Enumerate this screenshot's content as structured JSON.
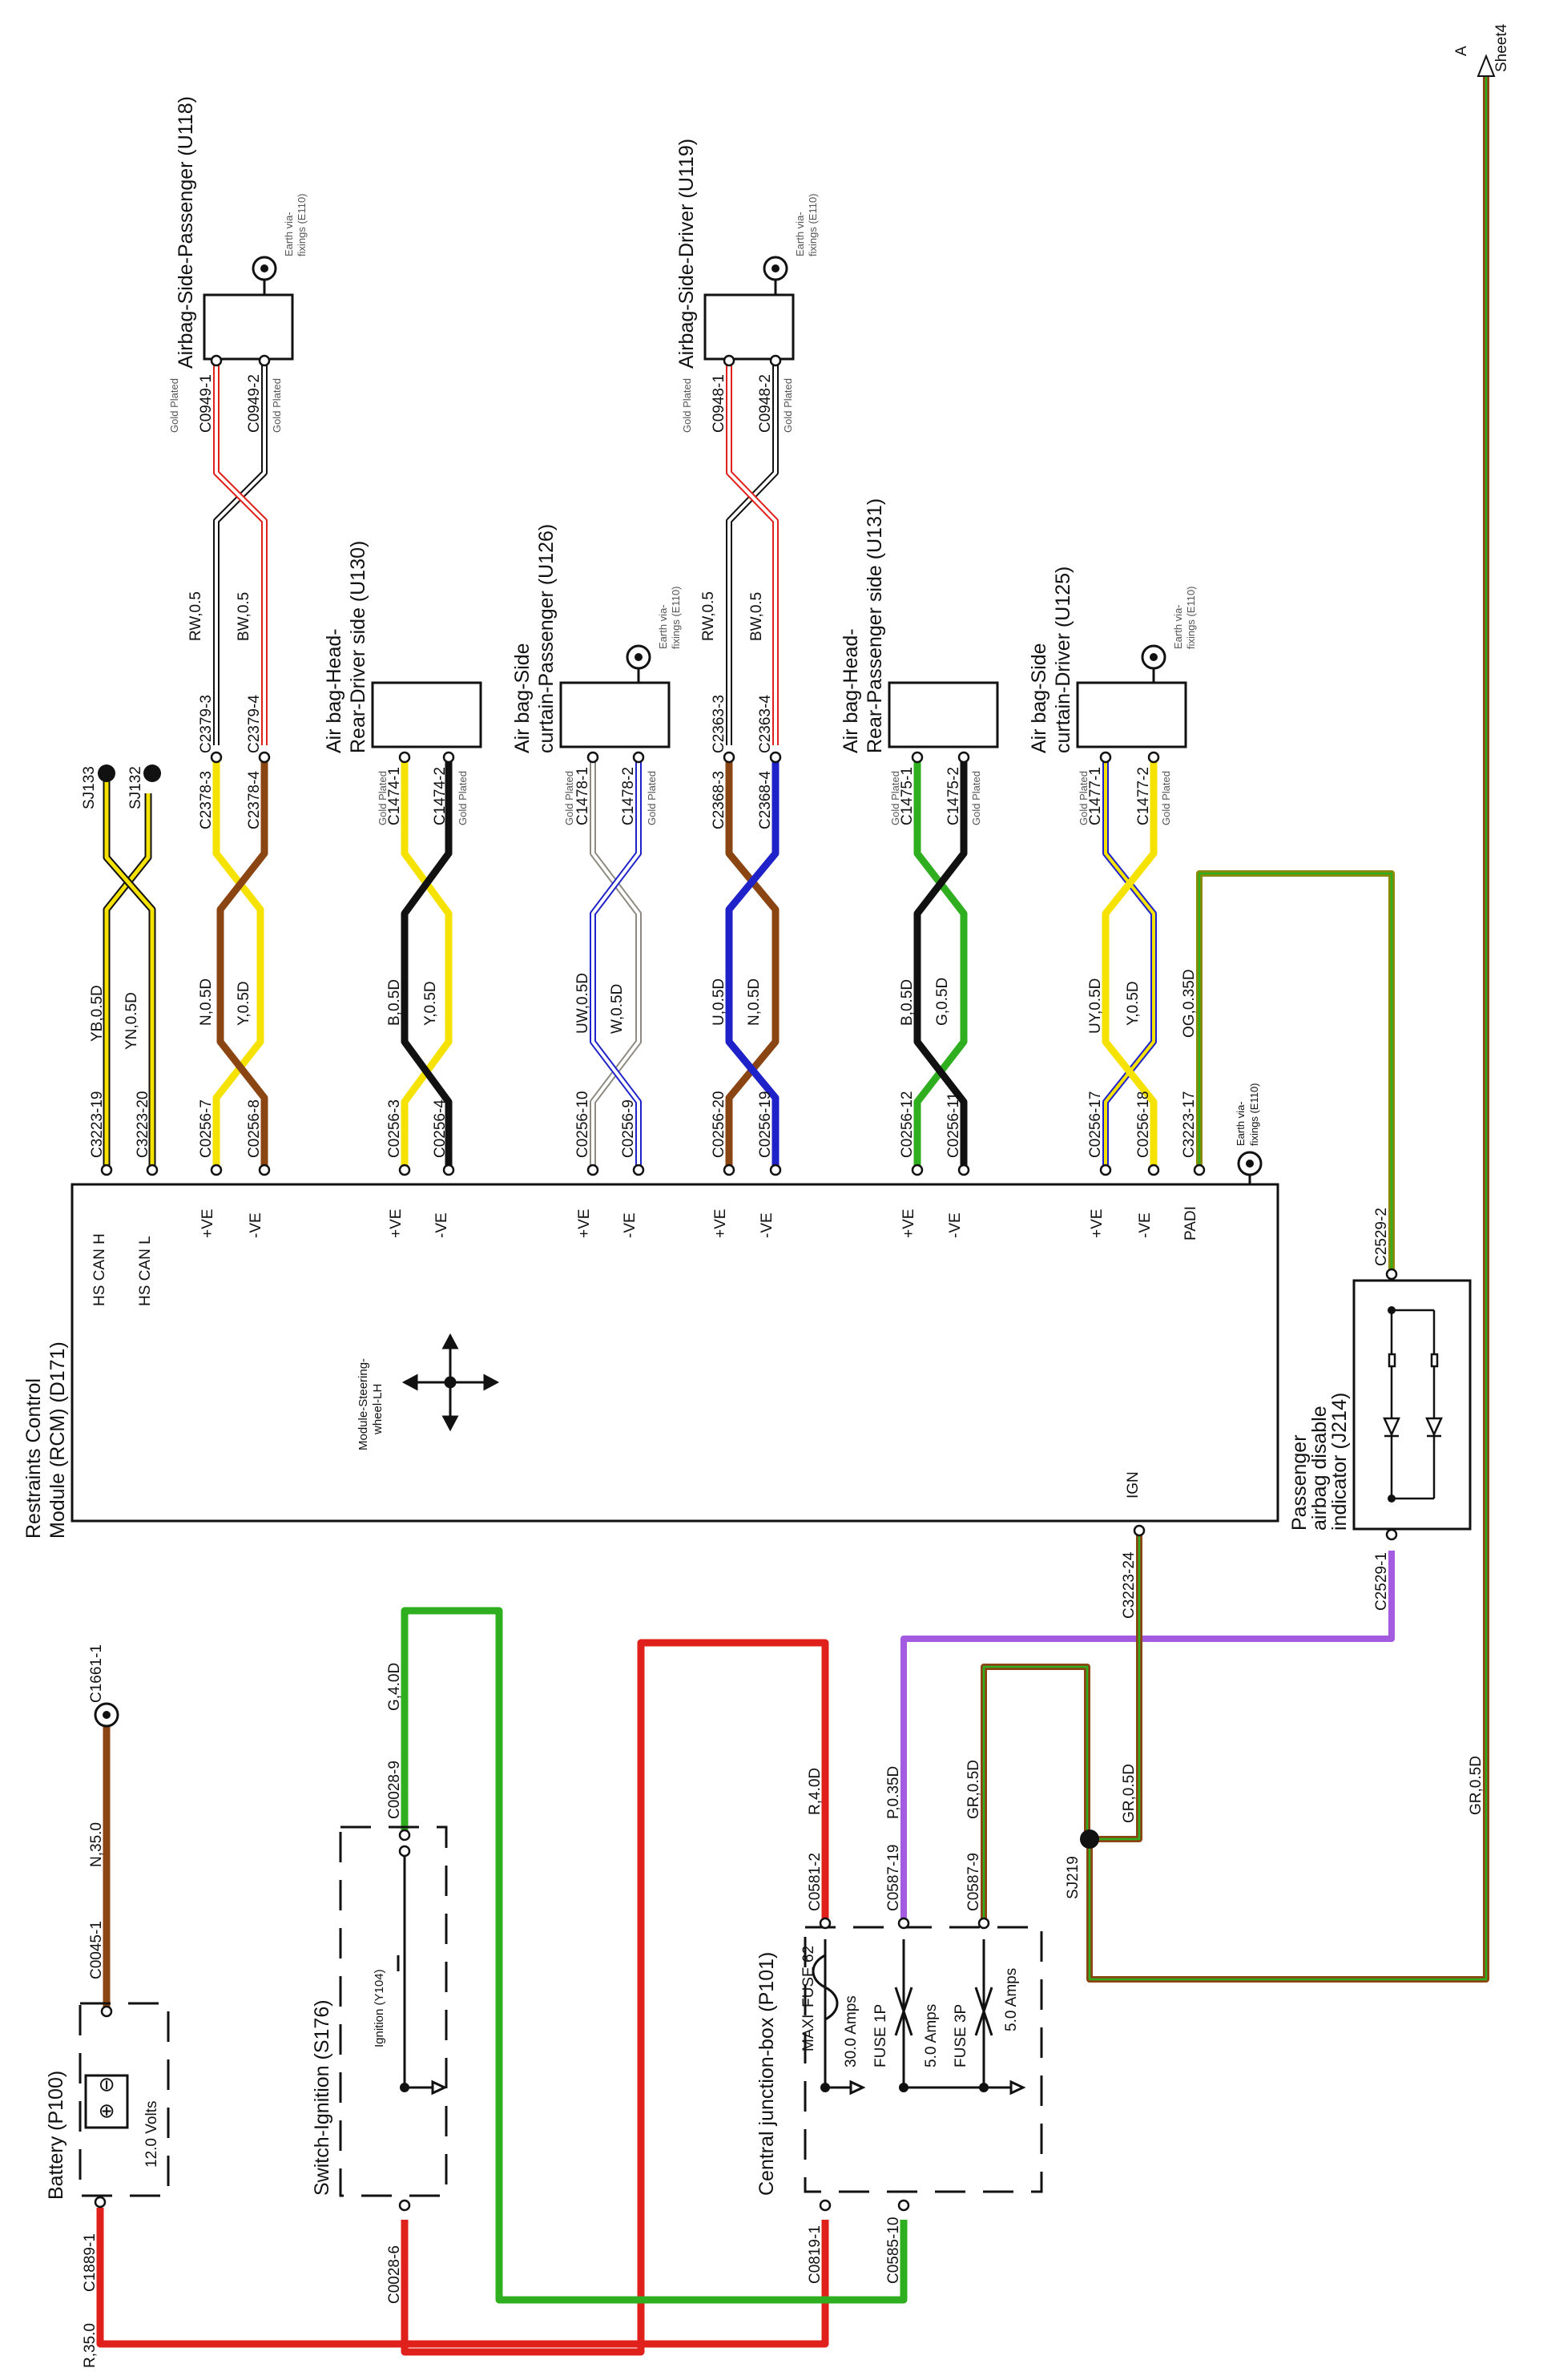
{
  "sheet_ref": {
    "arrow": "A",
    "sheet": "Sheet4"
  },
  "airbags_top": [
    {
      "name": "Airbag-Side-Passenger (U118)",
      "earth": [
        "Earth via-",
        "fixings (E110)"
      ],
      "pins": [
        {
          "conn": "C0949-1",
          "plating": "Gold Plated"
        },
        {
          "conn": "C0949-2",
          "plating": "Gold Plated"
        }
      ],
      "wires": [
        "RW,0.5",
        "BW,0.5"
      ]
    },
    {
      "name": "Airbag-Side-Driver (U119)",
      "earth": [
        "Earth via-",
        "fixings (E110)"
      ],
      "pins": [
        {
          "conn": "C0948-1",
          "plating": "Gold Plated"
        },
        {
          "conn": "C0948-2",
          "plating": "Gold Plated"
        }
      ],
      "wires": [
        "RW,0.5",
        "BW,0.5"
      ]
    }
  ],
  "airbags": [
    {
      "name": [
        "Air bag-Head-",
        "Rear-Driver side (U130)"
      ],
      "pins": [
        {
          "conn": "C1474-1",
          "plating": "Gold Plated"
        },
        {
          "conn": "C1474-2",
          "plating": "Gold Plated"
        }
      ]
    },
    {
      "name": [
        "Air bag-Side",
        "curtain-Passenger (U126)"
      ],
      "earth": [
        "Earth via-",
        "fixings (E110)"
      ],
      "pins": [
        {
          "conn": "C1478-1",
          "plating": "Gold Plated"
        },
        {
          "conn": "C1478-2",
          "plating": "Gold Plated"
        }
      ]
    },
    {
      "name": [
        "Air bag-Head-",
        "Rear-Passenger side (U131)"
      ],
      "pins": [
        {
          "conn": "C1475-1",
          "plating": "Gold Plated"
        },
        {
          "conn": "C1475-2",
          "plating": "Gold Plated"
        }
      ]
    },
    {
      "name": [
        "Air bag-Side",
        "curtain-Driver (U125)"
      ],
      "earth": [
        "Earth via-",
        "fixings (E110)"
      ],
      "pins": [
        {
          "conn": "C1477-1",
          "plating": "Gold Plated"
        },
        {
          "conn": "C1477-2",
          "plating": "Gold Plated"
        }
      ]
    }
  ],
  "rcm_wires": [
    {
      "rcm": "C3223-19",
      "wire": "YB,0.5D",
      "far": "SJ133",
      "pin": "HS CAN H"
    },
    {
      "rcm": "C3223-20",
      "wire": "YN,0.5D",
      "far": "SJ132",
      "pin": "HS CAN L"
    },
    {
      "rcm": "C0256-7",
      "wire": "N,0.5D",
      "far": "C2378-3",
      "far2": "C2379-3",
      "pin": "+VE"
    },
    {
      "rcm": "C0256-8",
      "wire": "Y,0.5D",
      "far": "C2378-4",
      "far2": "C2379-4",
      "pin": "-VE"
    },
    {
      "rcm": "C0256-3",
      "wire": "B,0.5D",
      "pin": "+VE"
    },
    {
      "rcm": "C0256-4",
      "wire": "Y,0.5D",
      "pin": "-VE"
    },
    {
      "rcm": "C0256-10",
      "wire": "UW,0.5D",
      "pin": "+VE"
    },
    {
      "rcm": "C0256-9",
      "wire": "W,0.5D",
      "pin": "-VE"
    },
    {
      "rcm": "C0256-20",
      "wire": "U,0.5D",
      "far": "C2368-3",
      "far2": "C2363-3",
      "pin": "+VE"
    },
    {
      "rcm": "C0256-19",
      "wire": "N,0.5D",
      "far": "C2368-4",
      "far2": "C2363-4",
      "pin": "-VE"
    },
    {
      "rcm": "C0256-12",
      "wire": "B,0.5D",
      "pin": "+VE"
    },
    {
      "rcm": "C0256-11",
      "wire": "G,0.5D",
      "pin": "-VE"
    },
    {
      "rcm": "C0256-17",
      "wire": "UY,0.5D",
      "pin": "+VE"
    },
    {
      "rcm": "C0256-18",
      "wire": "Y,0.5D",
      "pin": "-VE"
    },
    {
      "rcm": "C3223-17",
      "wire": "OG,0.35D",
      "pin": "PADI"
    }
  ],
  "rcm": {
    "title": [
      "Restraints Control",
      "Module (RCM) (D171)"
    ],
    "inner_label": [
      "Module-Steering-",
      "wheel-LH"
    ],
    "ign_pin": "IGN",
    "ign_conn": "C3223-24",
    "earth": [
      "Earth via-",
      "fixings (E110)"
    ]
  },
  "padi": {
    "title": [
      "Passenger",
      "airbag disable",
      "indicator (J214)"
    ],
    "conn_top": "C2529-2",
    "conn_bottom": "C2529-1"
  },
  "battery": {
    "title": "Battery (P100)",
    "voltage": "12.0 Volts",
    "conn_left": "C1889-1",
    "conn_right": "C0045-1",
    "wire_right": "N,35.0",
    "conn_end": "C1661-1",
    "wire_left": "R,35.0"
  },
  "ignition": {
    "title": "Switch-Ignition (S176)",
    "inner": "Ignition (Y104)",
    "conn_left": "C0028-6",
    "conn_right": "C0028-9",
    "wire_right": "G,4.0D"
  },
  "cjb": {
    "title": "Central junction-box (P101)",
    "maxi": "MAXI",
    "fuse62": "FUSE 62",
    "fuse62_amps": "30.0 Amps",
    "fuse1": "FUSE 1P",
    "fuse1_amps": "5.0 Amps",
    "fuse3": "FUSE 3P",
    "fuse3_amps": "5.0 Amps",
    "conn_in1": "C0819-1",
    "conn_in2": "C0585-10",
    "conn_out62": "C0581-2",
    "wire_out62": "R,4.0D",
    "conn_out1": "C0587-19",
    "wire_out1": "P,0.35D",
    "conn_out3": "C0587-9",
    "wire_out3": "GR,0.5D"
  },
  "splice": {
    "name": "SJ219",
    "wire": "GR,0.5D",
    "wire_long": "GR,0.5D"
  },
  "colors": {
    "red": "#e0201b",
    "green": "#2fae1f",
    "brown": "#8b4513",
    "yellow": "#f5e200",
    "black": "#111111",
    "blue": "#1f22c8",
    "purple": "#a35be0",
    "olive": "#8a8a00"
  }
}
